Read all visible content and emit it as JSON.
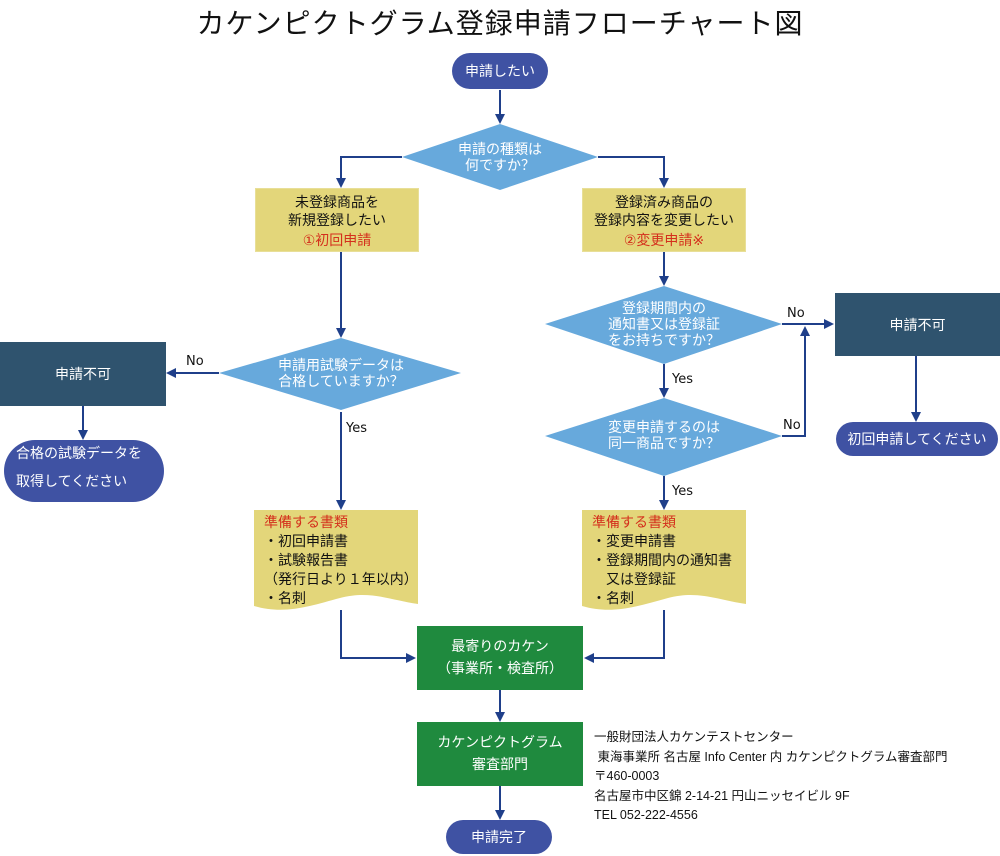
{
  "title": "カケンピクトグラム登録申請フローチャート図",
  "colors": {
    "terminal": "#3f52a3",
    "decision": "#67a9dc",
    "process_yellow": "#e3d67a",
    "reject_box": "#2f536e",
    "green_box": "#1f8a3e",
    "arrow": "#1f3f8a",
    "highlight_red": "#d42f1c"
  },
  "start": "申請したい",
  "q_type": [
    "申請の種類は",
    "何ですか？"
  ],
  "branch_new": {
    "lines": [
      "未登録商品を",
      "新規登録したい"
    ],
    "tag": "①初回申請"
  },
  "branch_change": {
    "lines": [
      "登録済み商品の",
      "登録内容を変更したい"
    ],
    "tag": "②変更申請※"
  },
  "q_test": [
    "申請用試験データは",
    "合格していますか？"
  ],
  "reject_left": "申請不可",
  "reject_left_action": [
    "合格の試験データを",
    "取得してください"
  ],
  "q_notice": [
    "登録期間内の",
    "通知書又は登録証",
    "をお持ちですか？"
  ],
  "q_same": [
    "変更申請するのは",
    "同一商品ですか？"
  ],
  "reject_right": "申請不可",
  "reject_right_action": "初回申請してください",
  "labels": {
    "yes": "Yes",
    "no": "No"
  },
  "docs_new": {
    "heading": "準備する書類",
    "items": [
      "・初回申請書",
      "・試験報告書",
      "（発行日より１年以内）",
      "・名刺"
    ]
  },
  "docs_change": {
    "heading": "準備する書類",
    "items": [
      "・変更申請書",
      "・登録期間内の通知書",
      "　又は登録証",
      "・名刺"
    ]
  },
  "nearest_office": [
    "最寄りのカケン",
    "（事業所・検査所）"
  ],
  "review_dept": [
    "カケンピクトグラム",
    "審査部門"
  ],
  "end": "申請完了",
  "contact": [
    "一般財団法人カケンテストセンター",
    " 東海事業所 名古屋 Info Center 内 カケンピクトグラム審査部門",
    "〒460-0003",
    "名古屋市中区錦 2-14-21 円山ニッセイビル 9F",
    "TEL 052-222-4556"
  ]
}
